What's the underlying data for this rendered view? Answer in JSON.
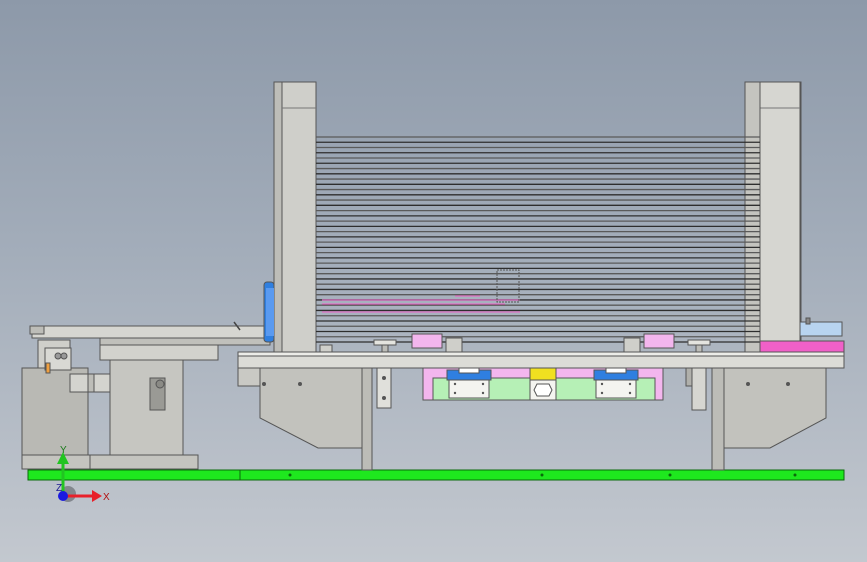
{
  "triad": {
    "y_label": "Y",
    "x_label": "X",
    "z_label": "Z",
    "x_color": "#e8202a",
    "y_color": "#22c422",
    "z_color": "#1a1ae0"
  },
  "colors": {
    "steel": "#c9c9c4",
    "steel_dark": "#8f8f8a",
    "base_plate": "#1ee81e",
    "pink": "#f3b6ee",
    "magenta": "#f060c8",
    "green_block": "#b6f0b6",
    "blue_block": "#2f7fe0",
    "yellow_block": "#f0e020",
    "stack_line": "#3a3a3a",
    "light_blue": "#b8d4f0"
  },
  "stack": {
    "layers": 40
  }
}
